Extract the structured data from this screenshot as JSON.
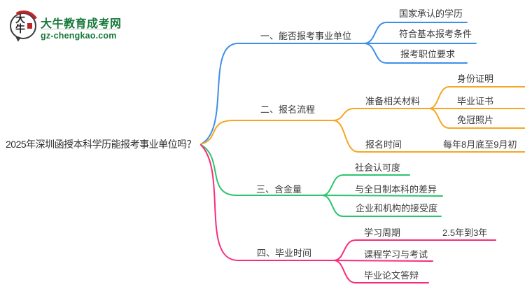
{
  "brand": {
    "icon_text": "大牛",
    "title": "大牛教育成考网",
    "domain": "gz-chengkao.com"
  },
  "center": {
    "title": "2025年深圳函授本科学历能报考事业单位吗？"
  },
  "colors": {
    "blue": "#3F8FE8",
    "orange": "#F6A623",
    "green": "#2DC46D",
    "pink": "#F92C7C",
    "brand_green": "#17793A",
    "text": "#3A3A3A"
  },
  "branches": [
    {
      "label": "一、能否报考事业单位",
      "color": "#3F8FE8",
      "children": [
        {
          "label": "国家承认的学历"
        },
        {
          "label": "符合基本报考条件"
        },
        {
          "label": "报考职位要求"
        }
      ]
    },
    {
      "label": "二、报名流程",
      "color": "#F6A623",
      "children": [
        {
          "label": "准备相关材料",
          "children": [
            {
              "label": "身份证明"
            },
            {
              "label": "毕业证书"
            },
            {
              "label": "免冠照片"
            }
          ]
        },
        {
          "label": "报名时间",
          "value": "每年8月底至9月初"
        }
      ]
    },
    {
      "label": "三、含金量",
      "color": "#2DC46D",
      "children": [
        {
          "label": "社会认可度"
        },
        {
          "label": "与全日制本科的差异"
        },
        {
          "label": "企业和机构的接受度"
        }
      ]
    },
    {
      "label": "四、毕业时间",
      "color": "#F92C7C",
      "children": [
        {
          "label": "学习周期",
          "value": "2.5年到3年"
        },
        {
          "label": "课程学习与考试"
        },
        {
          "label": "毕业论文答辩"
        }
      ]
    }
  ]
}
